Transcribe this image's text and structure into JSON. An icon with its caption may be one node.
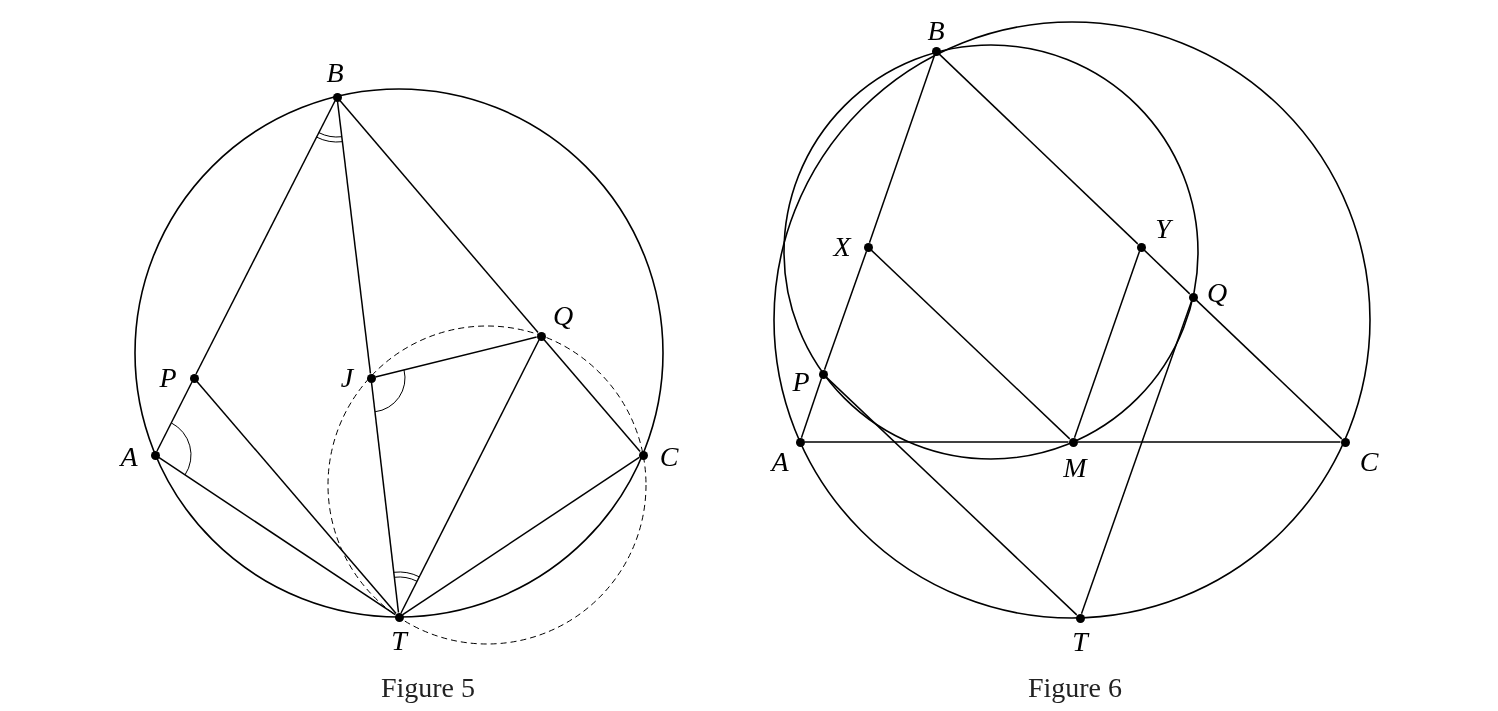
{
  "diagram": {
    "nodes": [
      {
        "text": [],
        "shape": "circle",
        "beside": [
          "B"
        ]
      },
      {
        "text": [],
        "shape": "circle",
        "beside": [
          "P"
        ]
      },
      {
        "text": [],
        "shape": "circle",
        "beside": [
          "A"
        ]
      },
      {
        "text": [],
        "shape": "circle",
        "beside": [
          "J"
        ]
      },
      {
        "text": [],
        "shape": "circle",
        "beside": [
          "Q"
        ]
      },
      {
        "text": [],
        "shape": "circle",
        "beside": [
          "C"
        ]
      },
      {
        "text": [],
        "shape": "circle",
        "beside": [
          "T"
        ]
      },
      {
        "text": [],
        "shape": "circle",
        "beside": [
          "B"
        ]
      },
      {
        "text": [],
        "shape": "circle",
        "beside": [
          "X"
        ]
      },
      {
        "text": [],
        "shape": "circle",
        "beside": [
          "Y"
        ]
      },
      {
        "text": [],
        "shape": "circle",
        "beside": [
          "Q"
        ]
      },
      {
        "text": [],
        "shape": "circle",
        "beside": [
          "P"
        ]
      },
      {
        "text": [],
        "shape": "circle",
        "beside": [
          "A"
        ]
      },
      {
        "text": [],
        "shape": "circle",
        "beside": [
          "M"
        ]
      },
      {
        "text": [],
        "shape": "circle",
        "beside": [
          "C"
        ]
      },
      {
        "text": [],
        "shape": "circle",
        "beside": [
          "T"
        ]
      }
    ],
    "edges": [
      {
        "from": 2,
        "to": 1,
        "arrow": "none"
      },
      {
        "from": 1,
        "to": 0,
        "arrow": "none"
      },
      {
        "from": 0,
        "to": 4,
        "arrow": "none"
      },
      {
        "from": 4,
        "to": 5,
        "arrow": "none"
      },
      {
        "from": 0,
        "to": 3,
        "arrow": "none"
      },
      {
        "from": 3,
        "to": 6,
        "arrow": "none"
      },
      {
        "from": 2,
        "to": 6,
        "arrow": "none"
      },
      {
        "from": 1,
        "to": 6,
        "arrow": "none"
      },
      {
        "from": 4,
        "to": 6,
        "arrow": "none"
      },
      {
        "from": 5,
        "to": 6,
        "arrow": "none"
      },
      {
        "from": 3,
        "to": 4,
        "arrow": "none"
      },
      {
        "from": 12,
        "to": 11,
        "arrow": "none"
      },
      {
        "from": 11,
        "to": 8,
        "arrow": "none"
      },
      {
        "from": 8,
        "to": 7,
        "arrow": "none"
      },
      {
        "from": 7,
        "to": 9,
        "arrow": "none"
      },
      {
        "from": 9,
        "to": 10,
        "arrow": "none"
      },
      {
        "from": 10,
        "to": 14,
        "arrow": "none"
      },
      {
        "from": 12,
        "to": 13,
        "arrow": "none"
      },
      {
        "from": 13,
        "to": 14,
        "arrow": "none"
      },
      {
        "from": 8,
        "to": 13,
        "arrow": "none"
      },
      {
        "from": 9,
        "to": 13,
        "arrow": "none"
      },
      {
        "from": 11,
        "to": 15,
        "arrow": "none"
      },
      {
        "from": 10,
        "to": 15,
        "arrow": "none"
      }
    ],
    "labels": [
      "Figure 5",
      "Figure 6"
    ]
  }
}
